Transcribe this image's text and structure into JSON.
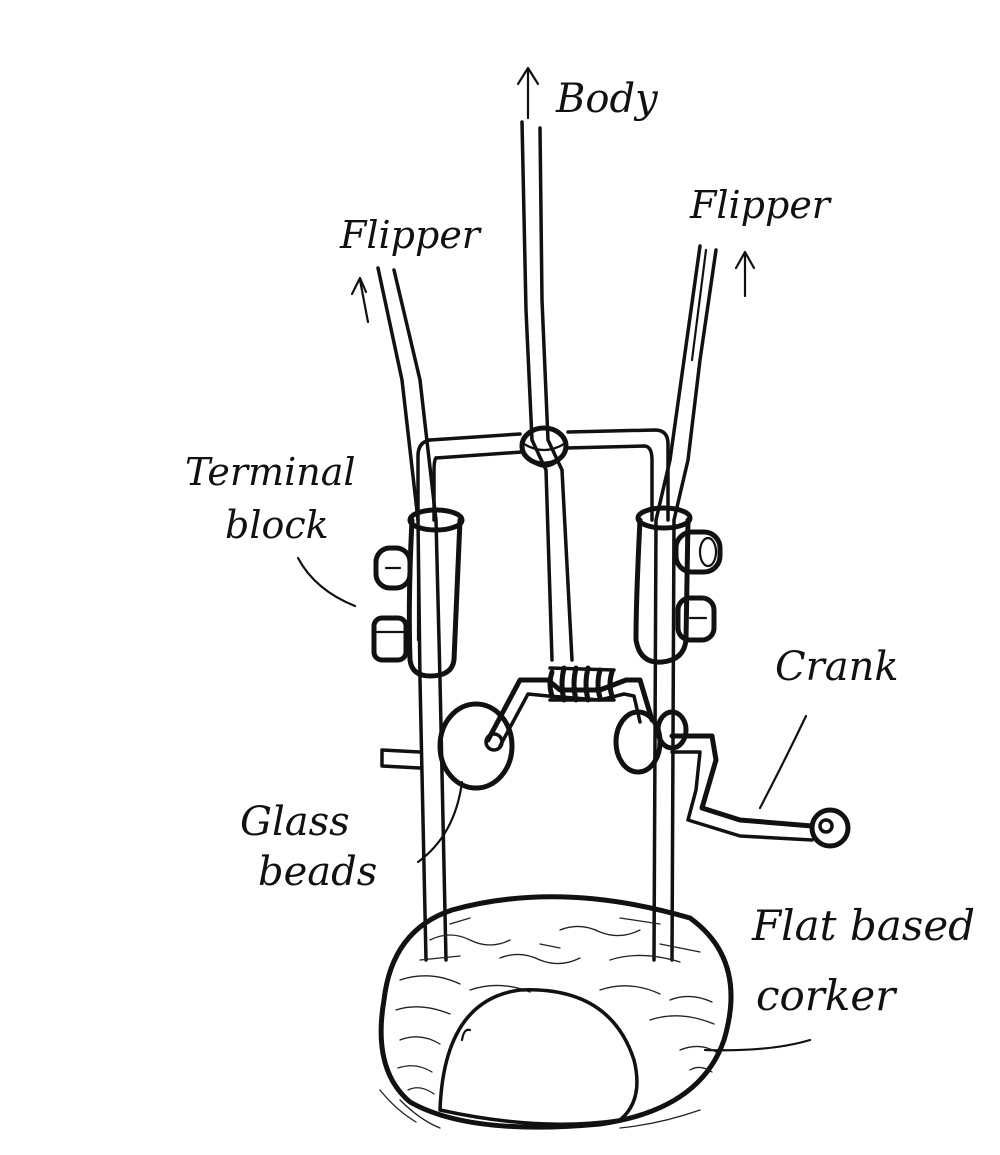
{
  "labels": {
    "body": "Body",
    "flipper_left": "Flipper",
    "flipper_right": "Flipper",
    "terminal_line1": "Terminal",
    "terminal_line2": "block",
    "crank": "Crank",
    "glass_line1": "Glass",
    "glass_line2": "beads",
    "base_line1": "Flat based",
    "base_line2": "corker"
  },
  "colors": {
    "ink": "#111111",
    "paper": "#ffffff"
  }
}
